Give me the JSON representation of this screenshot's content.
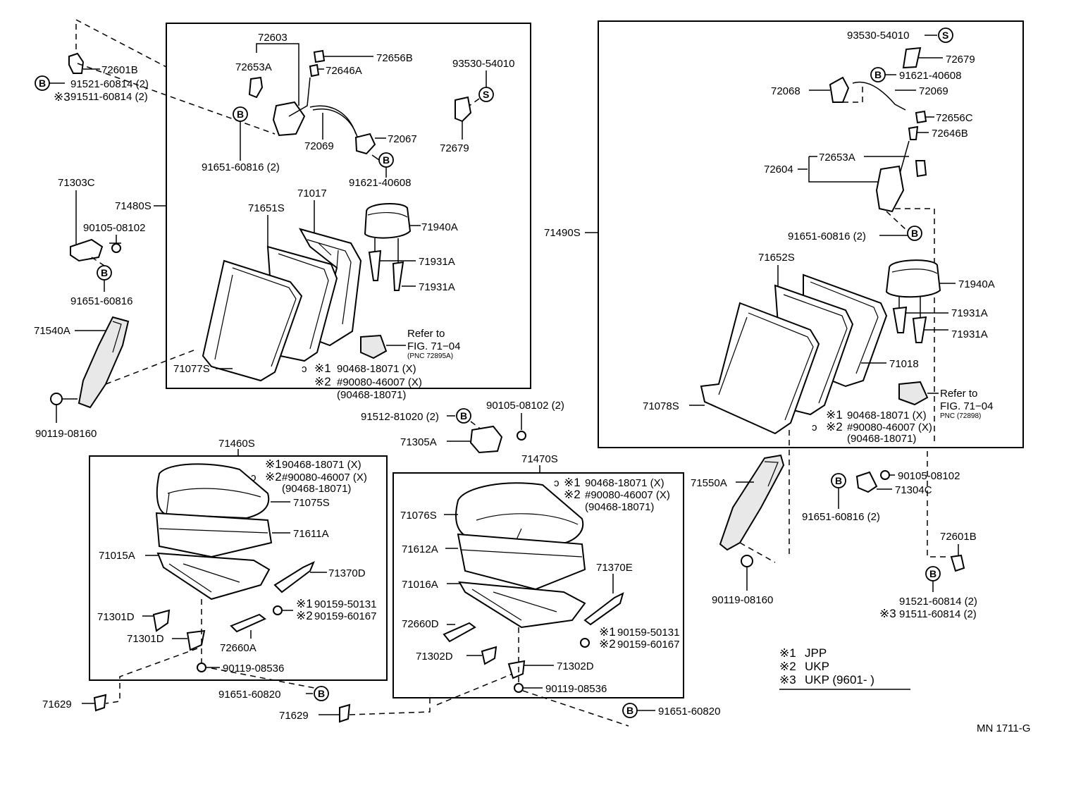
{
  "footer_code": "MN 1711-G",
  "legend": [
    {
      "mark": "※1",
      "text": "JPP"
    },
    {
      "mark": "※2",
      "text": "UKP"
    },
    {
      "mark": "※3",
      "text": "UKP (9601-        )"
    }
  ],
  "circle_letters": {
    "b": "B",
    "s": "S"
  },
  "groups": {
    "front_left_back": "71480S",
    "front_right_back": "71490S",
    "front_left_cushion": "71460S",
    "front_right_cushion": "71470S"
  },
  "labels": {
    "l72603": "72603",
    "l72653a_l": "72653A",
    "l72656b": "72656B",
    "l72646a": "72646A",
    "l93530_l": "93530-54010",
    "l72601b_l": "72601B",
    "l91521_l": "91521-60814 (2)",
    "l91511_l": "91511-60814 (2)",
    "l72069_l": "72069",
    "l72067": "72067",
    "l72679_l": "72679",
    "l91651_60816_l": "91651-60816 (2)",
    "l91621_l": "91621-40608",
    "l71303c": "71303C",
    "l90105_l": "90105-08102",
    "l91651_60816_s": "91651-60816",
    "l71017": "71017",
    "l71651s": "71651S",
    "l71940a_l": "71940A",
    "l71931a_l1": "71931A",
    "l71931a_l2": "71931A",
    "l71540a": "71540A",
    "l71077s": "71077S",
    "l90119_08160_l": "90119-08160",
    "refer_l1": "Refer to",
    "refer_l2": "FIG. 71−04",
    "refer_l3": "(PNC 72895A)",
    "n1_l": "90468-18071 (X)",
    "n2_l": "#90080-46007 (X)",
    "n3_l": "(90468-18071)",
    "l93530_r": "93530-54010",
    "l72679_r": "72679",
    "l91621_r": "91621-40608",
    "l72068": "72068",
    "l72069_r": "72069",
    "l72656c": "72656C",
    "l72646b": "72646B",
    "l72604": "72604",
    "l72653a_r": "72653A",
    "l91651_60816_r": "91651-60816 (2)",
    "l71652s": "71652S",
    "l71940a_r": "71940A",
    "l71931a_r1": "71931A",
    "l71931a_r2": "71931A",
    "l71018": "71018",
    "l71078s": "71078S",
    "refer_r1": "Refer to",
    "refer_r2": "FIG. 71−04",
    "refer_r3": "PNC (72898)",
    "n1_r": "90468-18071 (X)",
    "n2_r": "#90080-46007 (X)",
    "n3_r": "(90468-18071)",
    "l91512": "91512-81020 (2)",
    "l90105_c": "90105-08102 (2)",
    "l71305a": "71305A",
    "l71075s": "71075S",
    "l71611a": "71611A",
    "l71015a": "71015A",
    "l71370d": "71370D",
    "l90159_50131_l": "90159-50131",
    "l90159_60167_l": "90159-60167",
    "l71301d_1": "71301D",
    "l71301d_2": "71301D",
    "l72660a": "72660A",
    "l90119_08536_l": "90119-08536",
    "n1_cl": "90468-18071 (X)",
    "n2_cl": "#90080-46007 (X)",
    "n3_cl": "(90468-18071)",
    "l71629_l": "71629",
    "l91651_60820_l": "91651-60820",
    "l71629_c": "71629",
    "l71076s": "71076S",
    "l71612a": "71612A",
    "l71016a": "71016A",
    "l71370e": "71370E",
    "l72660d": "72660D",
    "l71302d_1": "71302D",
    "l71302d_2": "71302D",
    "l90119_08536_r": "90119-08536",
    "l90159_50131_r": "90159-50131",
    "l90159_60167_r": "90159-60167",
    "n1_cr": "90468-18071 (X)",
    "n2_cr": "#90080-46007 (X)",
    "n3_cr": "(90468-18071)",
    "l91651_60820_r": "91651-60820",
    "l71550a": "71550A",
    "l90119_08160_r": "90119-08160",
    "l90105_r": "90105-08102",
    "l71304c": "71304C",
    "l91651_60816_r2": "91651-60816 (2)",
    "l72601b_r": "72601B",
    "l91521_r": "91521-60814 (2)",
    "l91511_r": "91511-60814 (2)"
  },
  "marks": {
    "m1": "※1",
    "m2": "※2",
    "m3": "※3",
    "hook": "ɔ"
  }
}
